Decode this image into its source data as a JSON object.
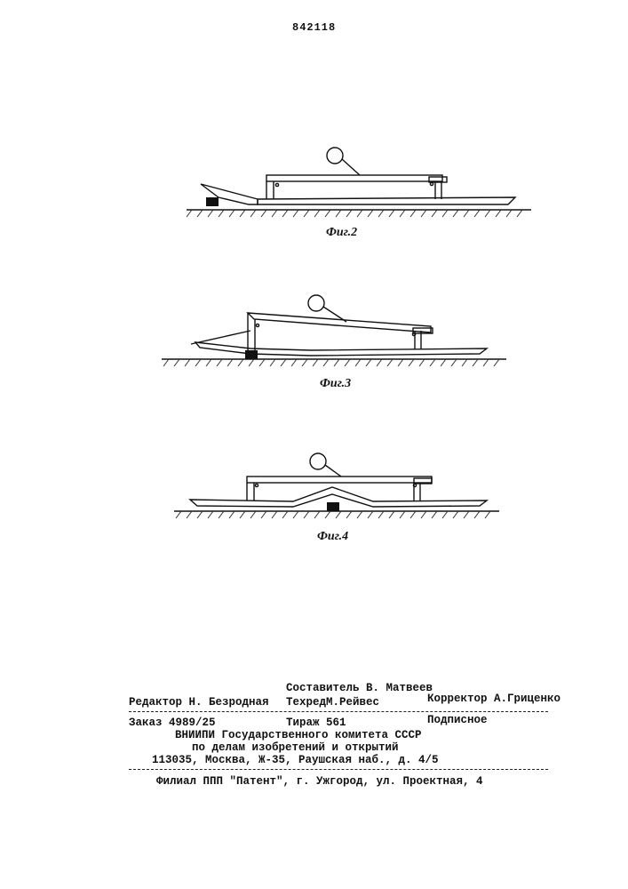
{
  "patent_number": "842118",
  "figures": [
    {
      "caption": "Фиг.2"
    },
    {
      "caption": "Фиг.3"
    },
    {
      "caption": "Фиг.4"
    }
  ],
  "imprint": {
    "compiler": "Составитель В. Матвеев",
    "editor": "Редактор Н. Безродная",
    "tech_editor": "ТехредМ.Рейвес",
    "corrector": "Корректор А.Гриценко",
    "order": "Заказ  4989/25",
    "circulation": "Тираж 561",
    "subscription": "Подписное",
    "org_line1": "ВНИИПИ Государственного комитета СССР",
    "org_line2": "по делам изобретений и открытий",
    "address": "113035, Москва, Ж-35, Раушская наб., д. 4/5",
    "branch": "Филиал ППП \"Патент\", г. Ужгород, ул. Проектная, 4"
  }
}
